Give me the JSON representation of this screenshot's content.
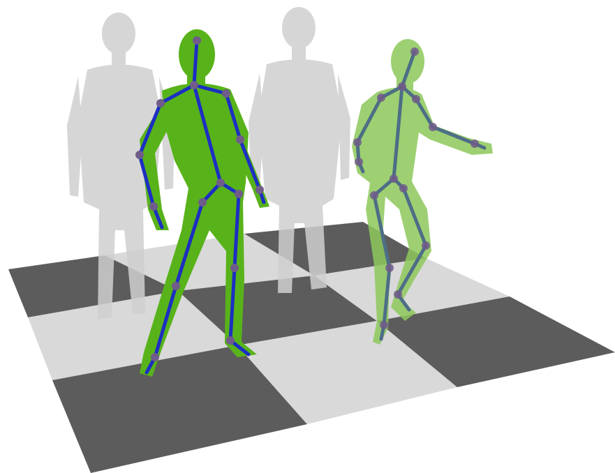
{
  "scene": {
    "figures": [
      {
        "id": "ghost-left",
        "style": "ghost"
      },
      {
        "id": "ghost-right",
        "style": "ghost"
      },
      {
        "id": "tracked-left",
        "style": "solid"
      },
      {
        "id": "tracked-right",
        "style": "translucent"
      }
    ]
  },
  "colors": {
    "background": "#ffffff",
    "tile_dark": "#5c5c5c",
    "tile_light": "#d9d9d9",
    "ghost": "#cfcfcf",
    "silhouette_solid": "#58b31a",
    "silhouette_light": "#8dc85a",
    "bone_solid": "#1c2fc2",
    "bone_light": "#4d6e86",
    "joint": "#705c8a"
  }
}
